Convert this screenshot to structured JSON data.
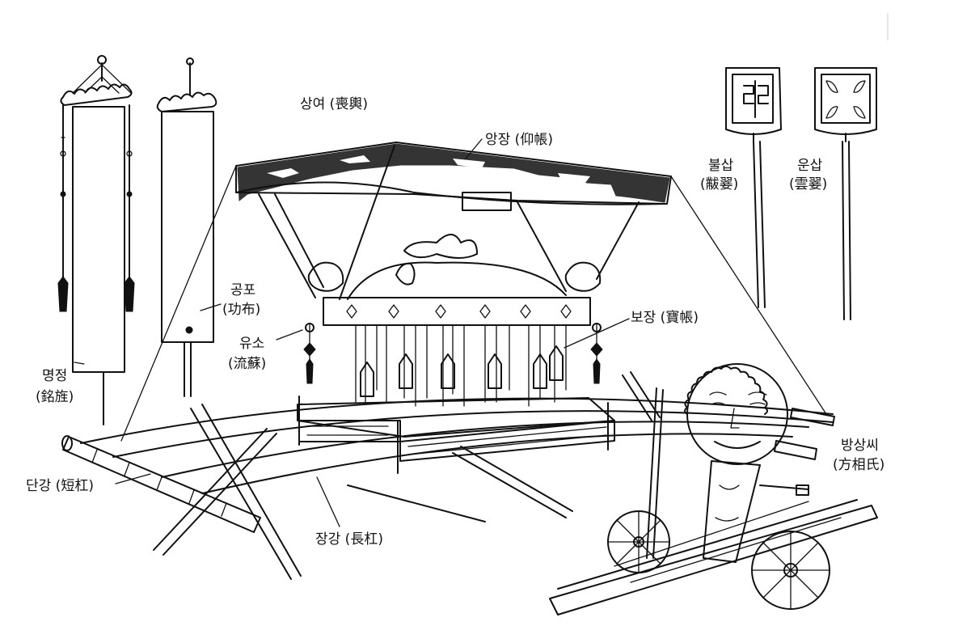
{
  "labels": {
    "sangyeo": "상여 (喪輿)",
    "angjang": "앙장 (仰帳)",
    "bulsap_ko": "불삽",
    "bulsap_hanja": "(黻翣)",
    "unsap_ko": "운삽",
    "unsap_hanja": "(雲翣)",
    "gongpo_ko": "공포",
    "gongpo_hanja": "(功布)",
    "boajang": "보장 (寶帳)",
    "yuso_ko": "유소",
    "yuso_hanja": "(流蘇)",
    "myeongjeong_ko": "명정",
    "myeongjeong_hanja": "(銘旌)",
    "danggang": "단강 (短杠)",
    "janggang": "장강 (長杠)",
    "bangsangssi_ko": "방상씨",
    "bangsangssi_hanja": "(方相氏)"
  }
}
